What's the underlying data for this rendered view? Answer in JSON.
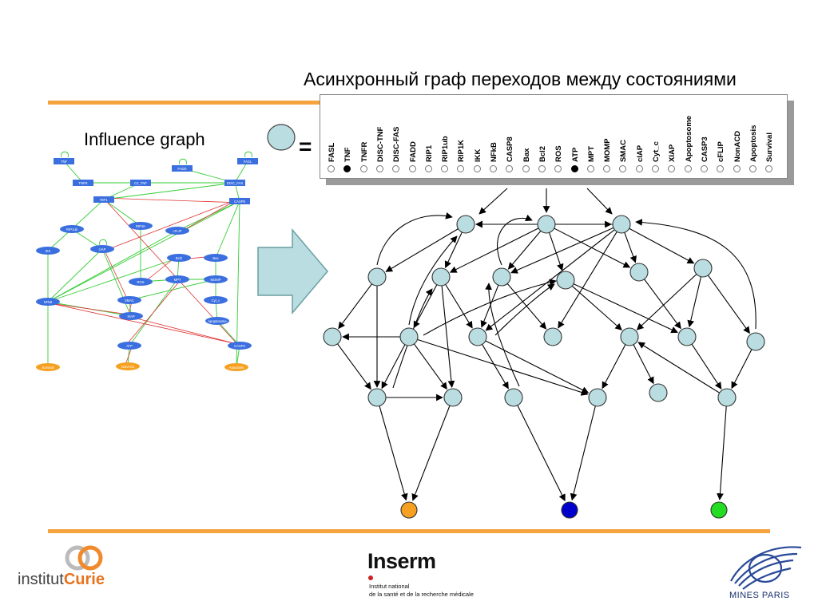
{
  "title": "Асинхронный граф переходов между состояниями",
  "influence_label": "Influence graph",
  "equals_sign": "=",
  "state_labels": [
    "FASL",
    "TNF",
    "TNFR",
    "DISC-TNF",
    "DISC-FAS",
    "FADD",
    "RIP1",
    "RIP1ub",
    "RIP1K",
    "IKK",
    "NFkB",
    "CASP8",
    "Bax",
    "Bcl2",
    "ROS",
    "ATP",
    "MPT",
    "MOMP",
    "SMAC",
    "cIAP",
    "Cyt_c",
    "XIAP",
    "Apoptosome",
    "CASP3",
    "cFLIP",
    "NonACD",
    "Apoptosis",
    "Survival"
  ],
  "state_values": [
    0,
    1,
    0,
    0,
    0,
    0,
    0,
    0,
    0,
    0,
    0,
    0,
    0,
    0,
    0,
    1,
    0,
    0,
    0,
    0,
    0,
    0,
    0,
    0,
    0,
    0,
    0,
    0
  ],
  "influence_nodes": [
    "TNF",
    "FADD",
    "FASL",
    "TNFR",
    "C2_TNF",
    "DISC_FAS",
    "RIP1",
    "CASP8",
    "RIP1ub",
    "RIP1K",
    "cFLIP",
    "IKK",
    "cIAP",
    "Bcl2",
    "Bax",
    "ROS",
    "MPT",
    "MOMP",
    "NFkB",
    "SMAC",
    "Cyt_c",
    "XIAP",
    "Apoptosome",
    "ATP",
    "CASP3",
    "Survival",
    "NonACD",
    "Apoptosis"
  ],
  "colors": {
    "accent_rule": "#f5a33c",
    "node_fill": "#b9dde0",
    "survival": "#f5a020",
    "nonacd": "#0000cc",
    "apoptosis": "#22dd22",
    "ig_node": "#3b6fe0",
    "ig_activation": "#33cc33",
    "ig_inhibition": "#dd3333"
  },
  "logos": {
    "curie_prefix": "institut",
    "curie_name": "Curie",
    "inserm": "Inserm",
    "inserm_sub_1": "Institut national",
    "inserm_sub_2": "de la santé et de la recherche médicale",
    "mines": "MINES PARIS"
  }
}
